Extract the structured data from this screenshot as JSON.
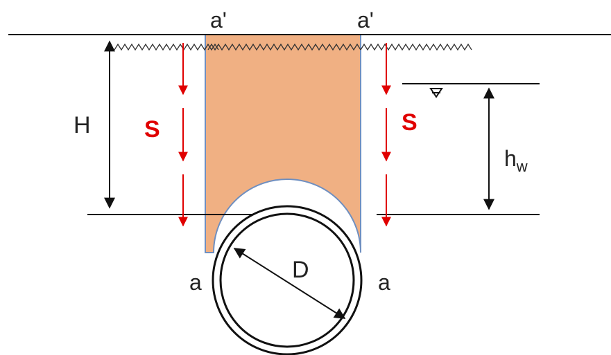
{
  "labels": {
    "top_left": "a'",
    "top_right": "a'",
    "bottom_left": "a",
    "bottom_right": "a",
    "height": "H",
    "settlement_left": "S",
    "settlement_right": "S",
    "water_depth_main": "h",
    "water_depth_sub": "w",
    "diameter": "D",
    "water_table_symbol": "▽"
  },
  "colors": {
    "backfill": "#f0b083",
    "settlement_arrows": "#e00000",
    "lines": "#111111",
    "pipe_edge": "#7a9ccc"
  }
}
